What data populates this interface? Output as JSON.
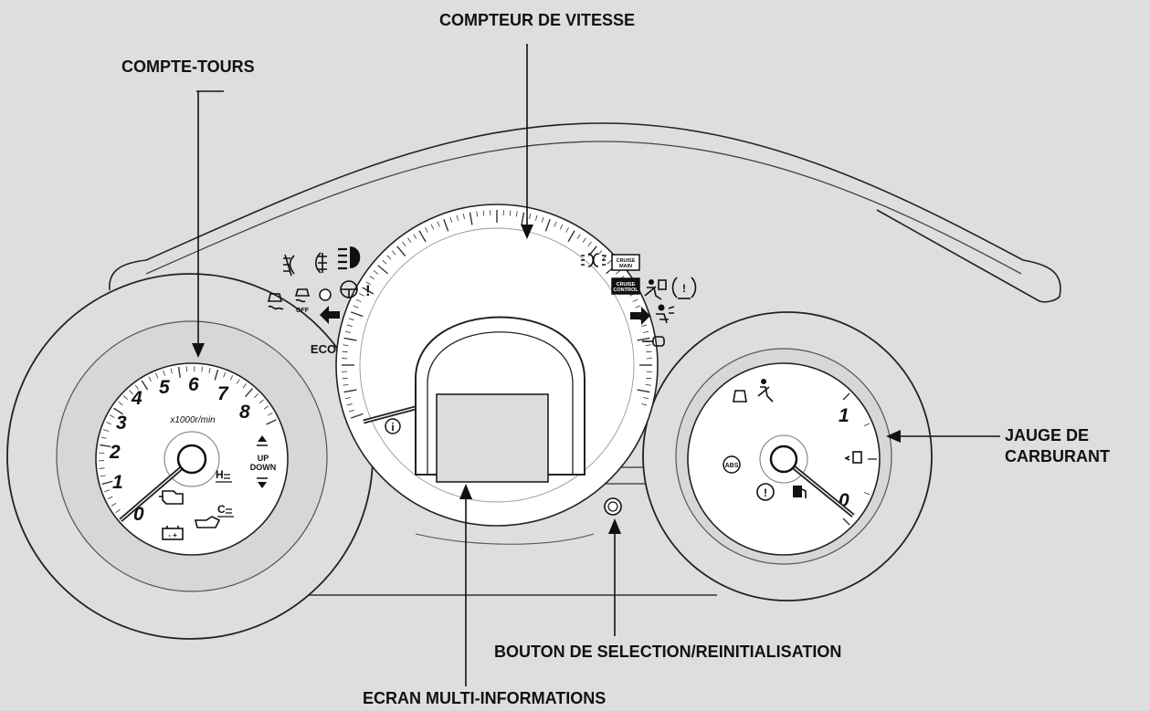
{
  "callouts": {
    "speedometer": "COMPTEUR DE VITESSE",
    "tachometer": "COMPTE-TOURS",
    "fuel_gauge_line1": "JAUGE DE",
    "fuel_gauge_line2": "CARBURANT",
    "select_reset": "BOUTON DE SELECTION/REINITIALISATION",
    "multi_info": "ECRAN MULTI-INFORMATIONS"
  },
  "tachometer": {
    "numbers": [
      "0",
      "1",
      "2",
      "3",
      "4",
      "5",
      "6",
      "7",
      "8"
    ],
    "unit": "x1000r/min",
    "shift_up": "UP",
    "shift_down": "DOWN"
  },
  "fuel": {
    "full": "1",
    "empty": "0"
  },
  "indicators": {
    "eco": "ECO",
    "cruise_main_1": "CRUISE",
    "cruise_main_2": "MAIN",
    "cruise_control_1": "CRUISE",
    "cruise_control_2": "CONTROL",
    "abs": "ABS",
    "vsa_off": "OFF",
    "info": "i",
    "temp_hot": "H",
    "temp_cold": "C"
  }
}
